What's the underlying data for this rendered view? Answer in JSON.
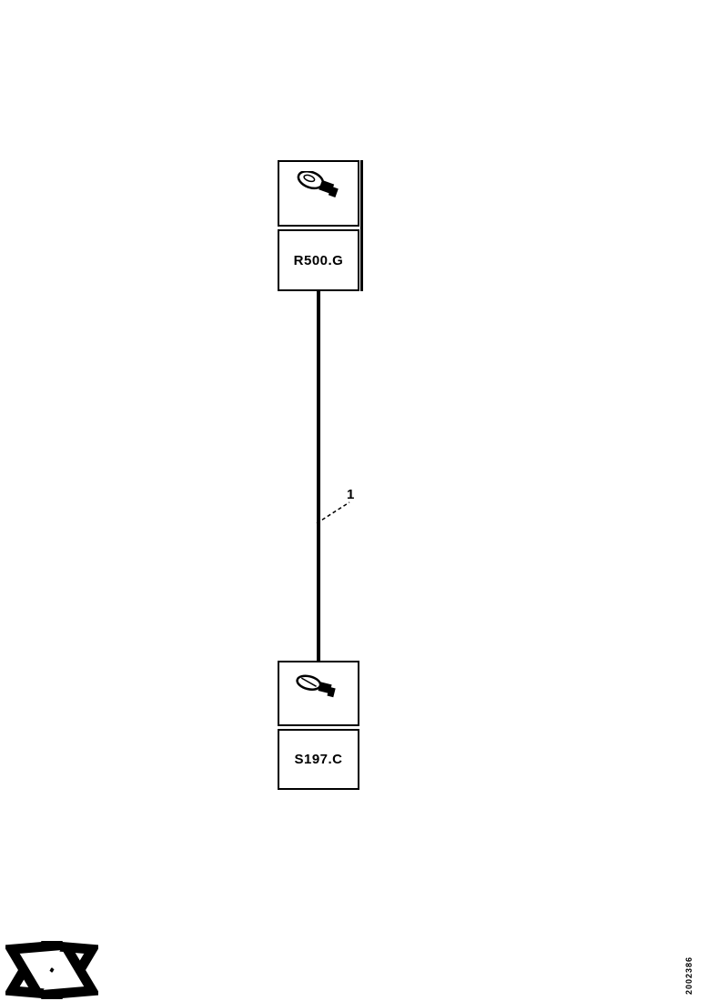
{
  "page": {
    "background": "#ffffff",
    "ink": "#000000"
  },
  "diagram": {
    "top_component": {
      "label": "R500.G",
      "icon": "connector-icon"
    },
    "wire": {
      "label": "1"
    },
    "bottom_component": {
      "label": "S197.C",
      "icon": "connector-icon"
    },
    "orientation_icon": "crossed-arrows-icon",
    "doc_number": "2002386"
  }
}
